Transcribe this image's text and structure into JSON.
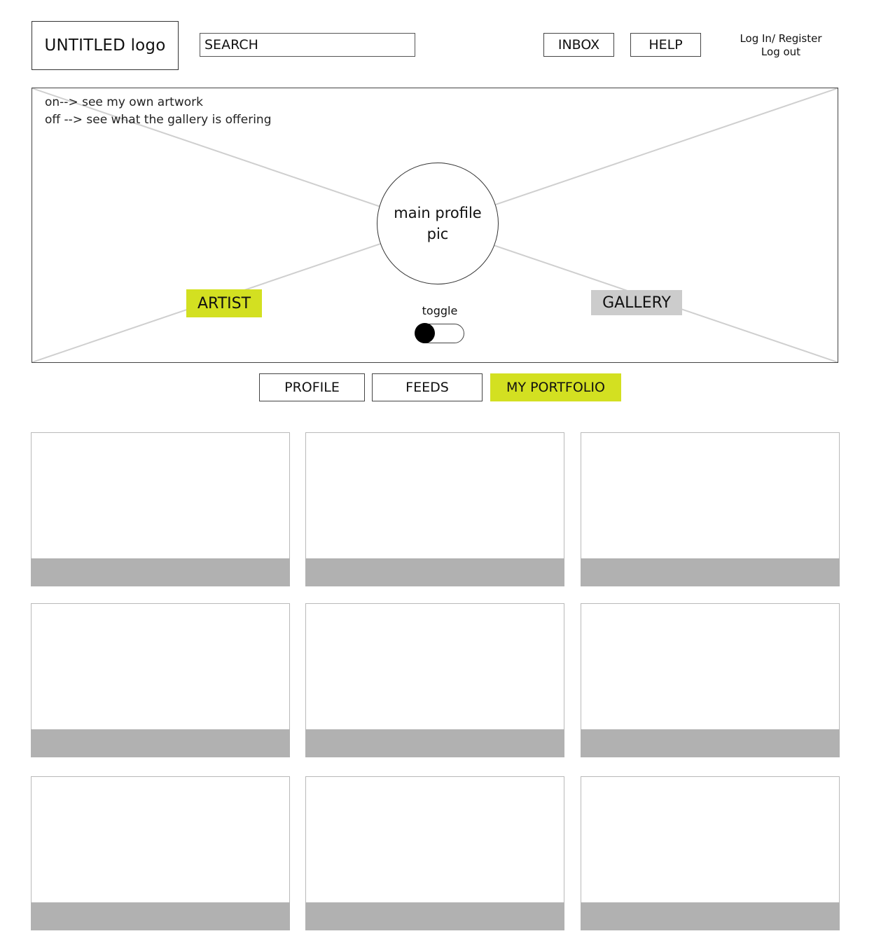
{
  "header": {
    "logo_text": "UNTITLED logo",
    "search_placeholder": "SEARCH",
    "inbox_label": "INBOX",
    "help_label": "HELP",
    "login_register_label": "Log In/ Register",
    "logout_label": "Log out"
  },
  "hero": {
    "hint_on": "on--> see my own artwork",
    "hint_off": "off --> see what the gallery is offering",
    "profile_pic_label": "main profile pic",
    "artist_label": "ARTIST",
    "gallery_label": "GALLERY",
    "toggle_label": "toggle",
    "toggle_state": "on"
  },
  "tabs": [
    {
      "label": "PROFILE",
      "active": false
    },
    {
      "label": "FEEDS",
      "active": false
    },
    {
      "label": "MY PORTFOLIO",
      "active": true
    }
  ],
  "colors": {
    "accent": "#d3e021",
    "gallery_badge": "#cccccc",
    "caption_bar": "#b1b1b1",
    "placeholder_cross": "#cfcfcf"
  },
  "portfolio_rows": 3,
  "portfolio_cols": 3
}
